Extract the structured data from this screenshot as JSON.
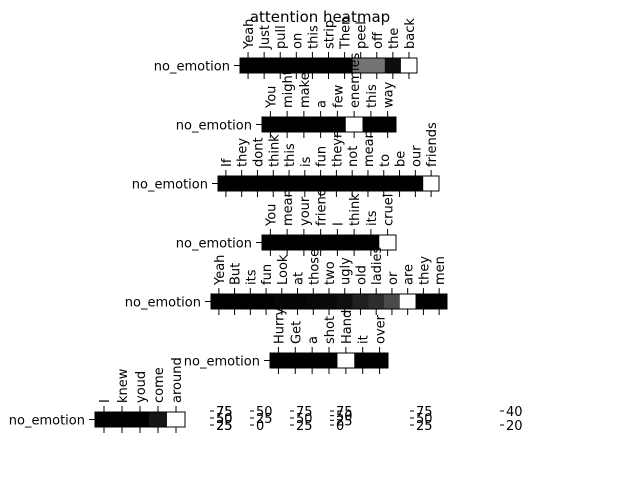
{
  "chart_data": {
    "type": "heatmap",
    "title": "attention heatmap",
    "colormap": "gray_dark_to_light",
    "rows": [
      {
        "label": "no_emotion",
        "tokens": [
          "Yeah",
          "Just",
          "pull",
          "on",
          "this",
          "strip",
          "Then",
          "peel",
          "off",
          "the",
          "back"
        ],
        "values": [
          0,
          0,
          0,
          0,
          0,
          0,
          0,
          45,
          45,
          5,
          100
        ],
        "colorbar_ticks": [
          "75",
          "50",
          "25"
        ]
      },
      {
        "label": "no_emotion",
        "tokens": [
          "You",
          "might",
          "make",
          "a",
          "few",
          "enemies",
          "this",
          "way"
        ],
        "values": [
          0,
          0,
          0,
          0,
          0,
          100,
          0,
          0
        ],
        "colorbar_ticks": [
          "75",
          "50",
          "25"
        ]
      },
      {
        "label": "no_emotion",
        "tokens": [
          "If",
          "they",
          "dont",
          "think",
          "this",
          "is",
          "fun",
          "theyre",
          "not",
          "meant",
          "to",
          "be",
          "our",
          "friends"
        ],
        "values": [
          0,
          0,
          0,
          0,
          0,
          0,
          0,
          0,
          0,
          0,
          0,
          0,
          0,
          100
        ],
        "colorbar_ticks": [
          "50",
          "25",
          "0"
        ]
      },
      {
        "label": "no_emotion",
        "tokens": [
          "You",
          "mean",
          "your",
          "friends",
          "I",
          "think",
          "its",
          "cruel"
        ],
        "values": [
          0,
          0,
          0,
          0,
          0,
          0,
          0,
          100
        ],
        "colorbar_ticks": [
          "75",
          "50",
          "25"
        ]
      },
      {
        "label": "no_emotion",
        "tokens": [
          "Yeah",
          "But",
          "its",
          "fun",
          "Look",
          "at",
          "those",
          "two",
          "ugly",
          "old",
          "ladies",
          "or",
          "are",
          "they",
          "men"
        ],
        "values": [
          1,
          1,
          1,
          1,
          3,
          3,
          4,
          5,
          7,
          14,
          19,
          30,
          100,
          1,
          1
        ],
        "colorbar_ticks": [
          "75",
          "50",
          "25",
          "0"
        ]
      },
      {
        "label": "no_emotion",
        "tokens": [
          "Hurry",
          "Get",
          "a",
          "shot",
          "Hand",
          "it",
          "over"
        ],
        "values": [
          0,
          0,
          0,
          0,
          100,
          0,
          0
        ],
        "colorbar_ticks": [
          "75",
          "50",
          "25"
        ]
      },
      {
        "label": "no_emotion",
        "tokens": [
          "I",
          "knew",
          "youd",
          "come",
          "around"
        ],
        "values": [
          2,
          2,
          2,
          4,
          25
        ],
        "colorbar_ticks": [
          "40",
          "20"
        ]
      }
    ]
  }
}
